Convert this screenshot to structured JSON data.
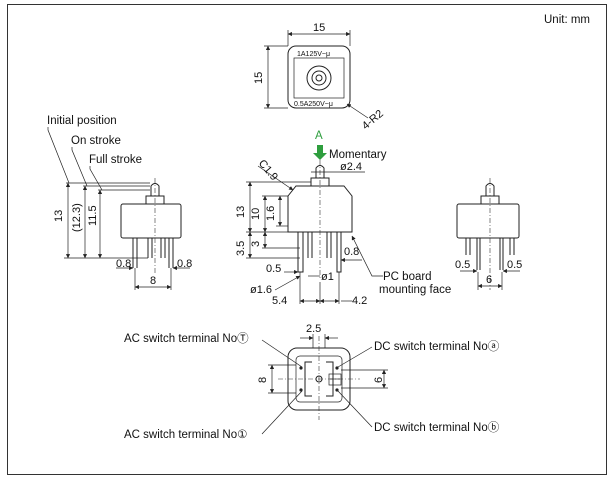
{
  "unit_label": "Unit: mm",
  "top_view": {
    "width": "15",
    "height": "15",
    "rating_top": "1A125V~μ",
    "rating_bottom": "0.5A250V~μ",
    "corner_radius": "4-R2"
  },
  "left_view": {
    "initial_position": "Initial position",
    "on_stroke": "On stroke",
    "full_stroke": "Full stroke",
    "dim_13": "13",
    "dim_12_3": "(12.3)",
    "dim_11_5": "11.5",
    "dim_0_8_left": "0.8",
    "dim_0_8_right": "0.8",
    "dim_8": "8"
  },
  "center_view": {
    "arrow_label": "A",
    "momentary": "Momentary",
    "dia_2_4": "ø2.4",
    "chamfer": "C1.9",
    "dim_13": "13",
    "dim_10": "10",
    "dim_1_6": "1.6",
    "dim_3_5": "3.5",
    "dim_3": "3",
    "dim_0_8": "0.8",
    "dim_0_5": "0.5",
    "dia_1": "ø1",
    "dia_1_6": "ø1.6",
    "dim_5_4": "5.4",
    "dim_4_2": "4.2",
    "pc_board": "PC board",
    "mounting_face": "mounting face"
  },
  "right_view": {
    "dim_0_5_left": "0.5",
    "dim_0_5_right": "0.5",
    "dim_6": "6"
  },
  "bottom_view": {
    "dim_2_5": "2.5",
    "dim_8": "8",
    "dim_6": "6",
    "ac_top": "AC switch terminal NoⓉ",
    "ac_bottom": "AC switch terminal No①",
    "dc_top": "DC switch terminal Noⓐ",
    "dc_bottom": "DC switch terminal Noⓑ"
  }
}
